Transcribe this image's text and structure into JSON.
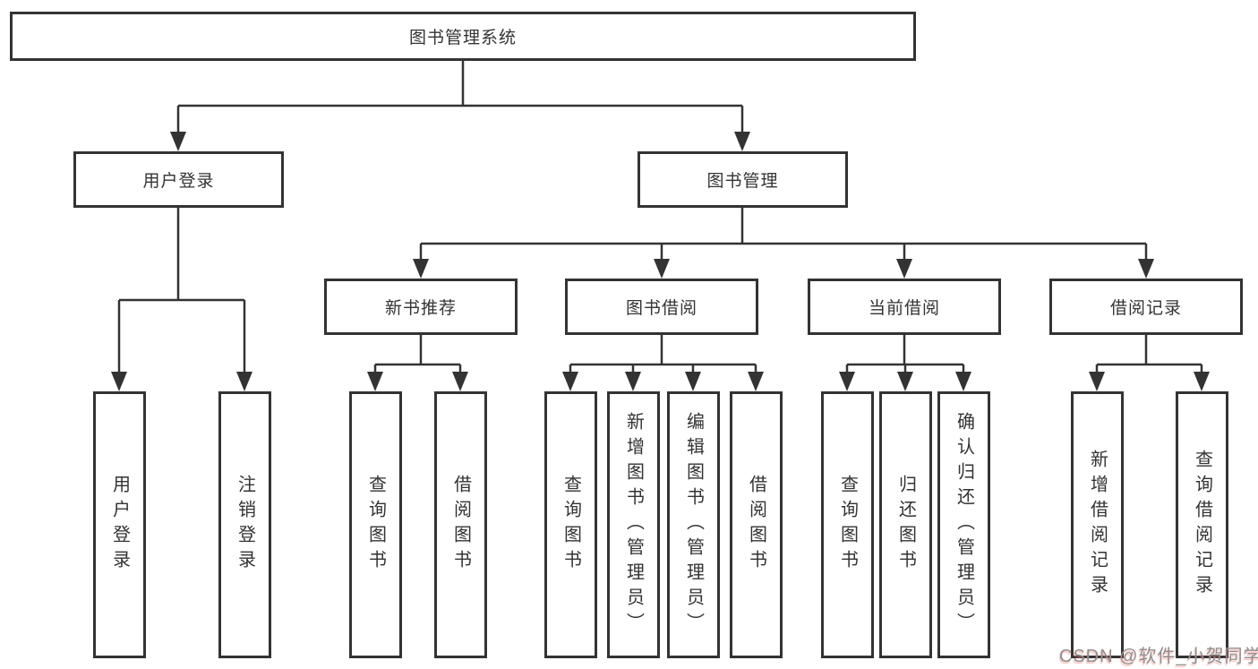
{
  "diagram": {
    "tree": {
      "label": "图书管理系统",
      "children": [
        {
          "label": "用户登录",
          "children": [
            {
              "label": "用户登录"
            },
            {
              "label": "注销登录"
            }
          ]
        },
        {
          "label": "图书管理",
          "children": [
            {
              "label": "新书推荐",
              "children": [
                {
                  "label": "查询图书"
                },
                {
                  "label": "借阅图书"
                }
              ]
            },
            {
              "label": "图书借阅",
              "children": [
                {
                  "label": "查询图书"
                },
                {
                  "label": "新增图书（管理员）"
                },
                {
                  "label": "编辑图书（管理员）"
                },
                {
                  "label": "借阅图书"
                }
              ]
            },
            {
              "label": "当前借阅",
              "children": [
                {
                  "label": "查询图书"
                },
                {
                  "label": "归还图书"
                },
                {
                  "label": "确认归还（管理员）"
                }
              ]
            },
            {
              "label": "借阅记录",
              "children": [
                {
                  "label": "新增借阅记录"
                },
                {
                  "label": "查询借阅记录"
                }
              ]
            }
          ]
        }
      ]
    },
    "colors": {
      "line": "#333333",
      "text": "#333333",
      "background": "#ffffff",
      "watermark": "#8f8f8f"
    }
  },
  "watermark": {
    "text": "CSDN @软件_小贺同学"
  }
}
